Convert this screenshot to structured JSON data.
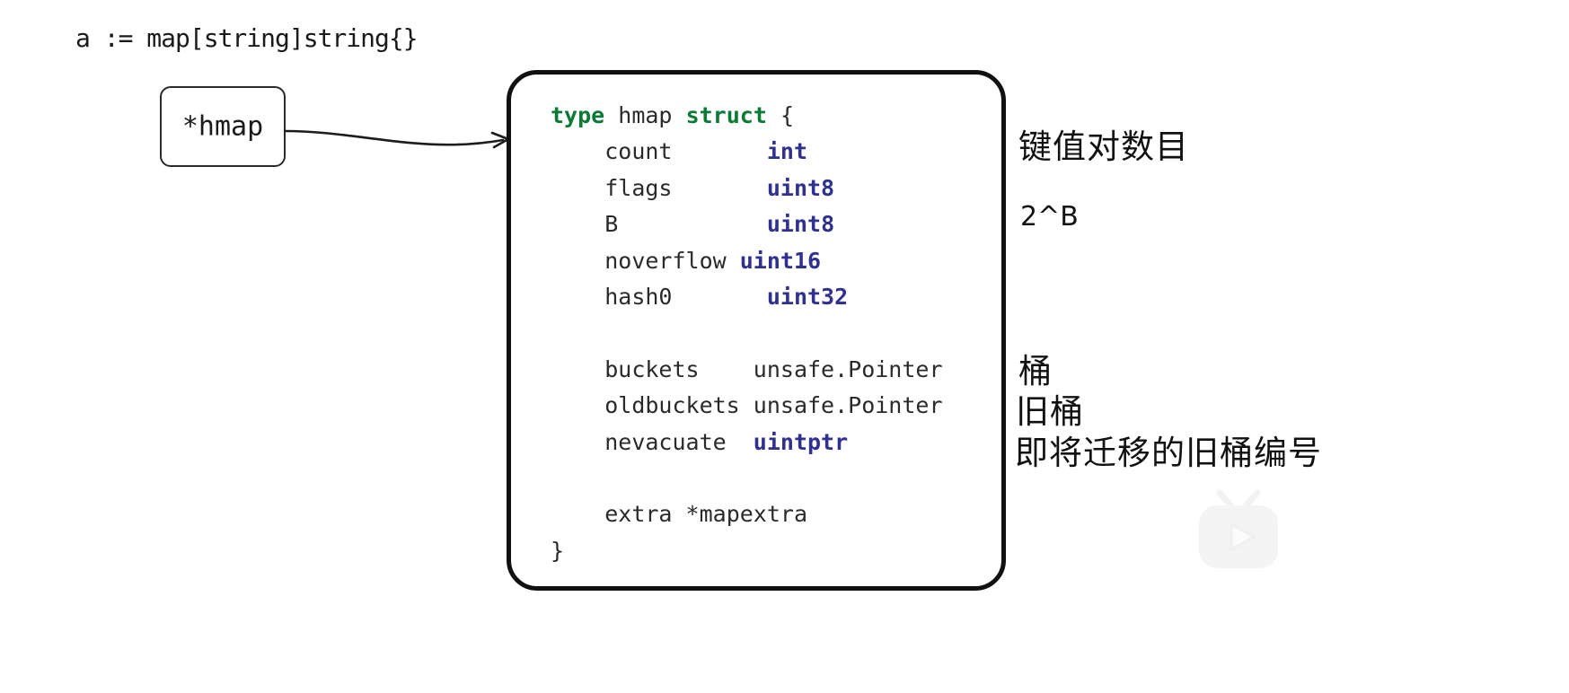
{
  "board": {
    "declaration": "a := map[string]string{}",
    "pointer_box": {
      "label": "*hmap"
    }
  },
  "code": {
    "language": "go",
    "header": {
      "keyword_type": "type",
      "name": "hmap",
      "keyword_struct": "struct",
      "brace_open": "{"
    },
    "fields": [
      {
        "name": "count",
        "type": "int",
        "type_style": "builtin"
      },
      {
        "name": "flags",
        "type": "uint8",
        "type_style": "builtin"
      },
      {
        "name": "B",
        "type": "uint8",
        "type_style": "builtin"
      },
      {
        "name": "noverflow",
        "type": "uint16",
        "type_style": "builtin"
      },
      {
        "name": "hash0",
        "type": "uint32",
        "type_style": "builtin"
      },
      {
        "name": "",
        "type": "",
        "type_style": "blank"
      },
      {
        "name": "buckets",
        "type": "unsafe.Pointer",
        "type_style": "plain"
      },
      {
        "name": "oldbuckets",
        "type": "unsafe.Pointer",
        "type_style": "plain"
      },
      {
        "name": "nevacuate",
        "type": "uintptr",
        "type_style": "builtin"
      },
      {
        "name": "",
        "type": "",
        "type_style": "blank"
      },
      {
        "name": "extra",
        "type": "*mapextra",
        "type_style": "plain"
      }
    ],
    "brace_close": "}",
    "raw_lines": [
      "type hmap struct {",
      "    count       int",
      "    flags       uint8",
      "    B           uint8",
      "    noverflow uint16",
      "    hash0       uint32",
      "",
      "    buckets     unsafe.Pointer",
      "    oldbuckets unsafe.Pointer",
      "    nevacuate   uintptr",
      "",
      "    extra *mapextra",
      "}"
    ]
  },
  "annotations": [
    {
      "id": "count",
      "text": "键值对数目"
    },
    {
      "id": "b",
      "text": "2^B"
    },
    {
      "id": "buckets",
      "text": "桶"
    },
    {
      "id": "oldbuckets",
      "text": "旧桶"
    },
    {
      "id": "nevacuate",
      "text": "即将迁移的旧桶编号"
    }
  ],
  "colors": {
    "keyword_green": "#0b7a35",
    "type_blue": "#30318f",
    "text_black": "#2a2a2a",
    "card_border": "#111111",
    "sidebar_panel": "#eef0f2",
    "accent_orange": "#e3741d",
    "accent_dark": "#3b1518"
  },
  "watermark": {
    "name": "bilibili-tv-play-logo"
  }
}
